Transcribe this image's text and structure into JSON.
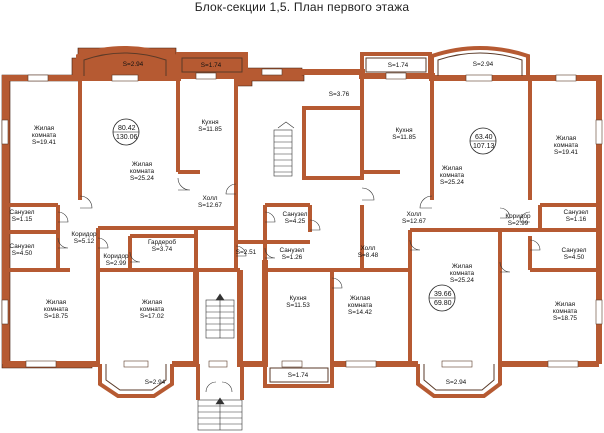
{
  "title": "Блок-секции 1,5. План первого этажа",
  "rooms": [
    {
      "name": "Жилая комната",
      "area": "S=19.41"
    },
    {
      "name": "Жилая комната",
      "area": "S=25.24"
    },
    {
      "name": "Кухня",
      "area": "S=11.85"
    },
    {
      "name": "Холл",
      "area": "S=12.67"
    },
    {
      "name": "Санузел",
      "area": "S=1.15"
    },
    {
      "name": "Коридор",
      "area": "S=5.12"
    },
    {
      "name": "Санузел",
      "area": "S=4.50"
    },
    {
      "name": "Коридор",
      "area": "S=2.99"
    },
    {
      "name": "Гардероб",
      "area": "S=3.74"
    },
    {
      "name": "Жилая комната",
      "area": "S=18.75"
    },
    {
      "name": "Жилая комната",
      "area": "S=17.02"
    },
    {
      "name": "Санузел",
      "area": "S=4.25"
    },
    {
      "name": "Санузел",
      "area": "S=1.26"
    },
    {
      "name": "Холл",
      "area": "S=8.48"
    },
    {
      "name": "Кухня",
      "area": "S=11.53"
    },
    {
      "name": "Жилая комната",
      "area": "S=14.42"
    },
    {
      "name": "Кухня",
      "area": "S=11.85"
    },
    {
      "name": "Жилая комната",
      "area": "S=25.24"
    },
    {
      "name": "Жилая комната",
      "area": "S=19.41"
    },
    {
      "name": "Холл",
      "area": "S=12.67"
    },
    {
      "name": "Коридор",
      "area": "S=2.99"
    },
    {
      "name": "Санузел",
      "area": "S=1.16"
    },
    {
      "name": "Санузел",
      "area": "S=4.50"
    },
    {
      "name": "Жилая комната",
      "area": "S=25.24"
    },
    {
      "name": "Жилая комната",
      "area": "S=18.75"
    }
  ],
  "small_areas": [
    "S=2.94",
    "S=1.74",
    "S=3.76",
    "S=1.74",
    "S=2.94",
    "S=2.51",
    "S=2.94",
    "S=1.74",
    "S=2.94"
  ],
  "apartment_totals": [
    {
      "living": "80.42",
      "total": "130.06"
    },
    {
      "living": "63.40",
      "total": "107.13"
    },
    {
      "living": "39.66",
      "total": "69.80"
    }
  ]
}
